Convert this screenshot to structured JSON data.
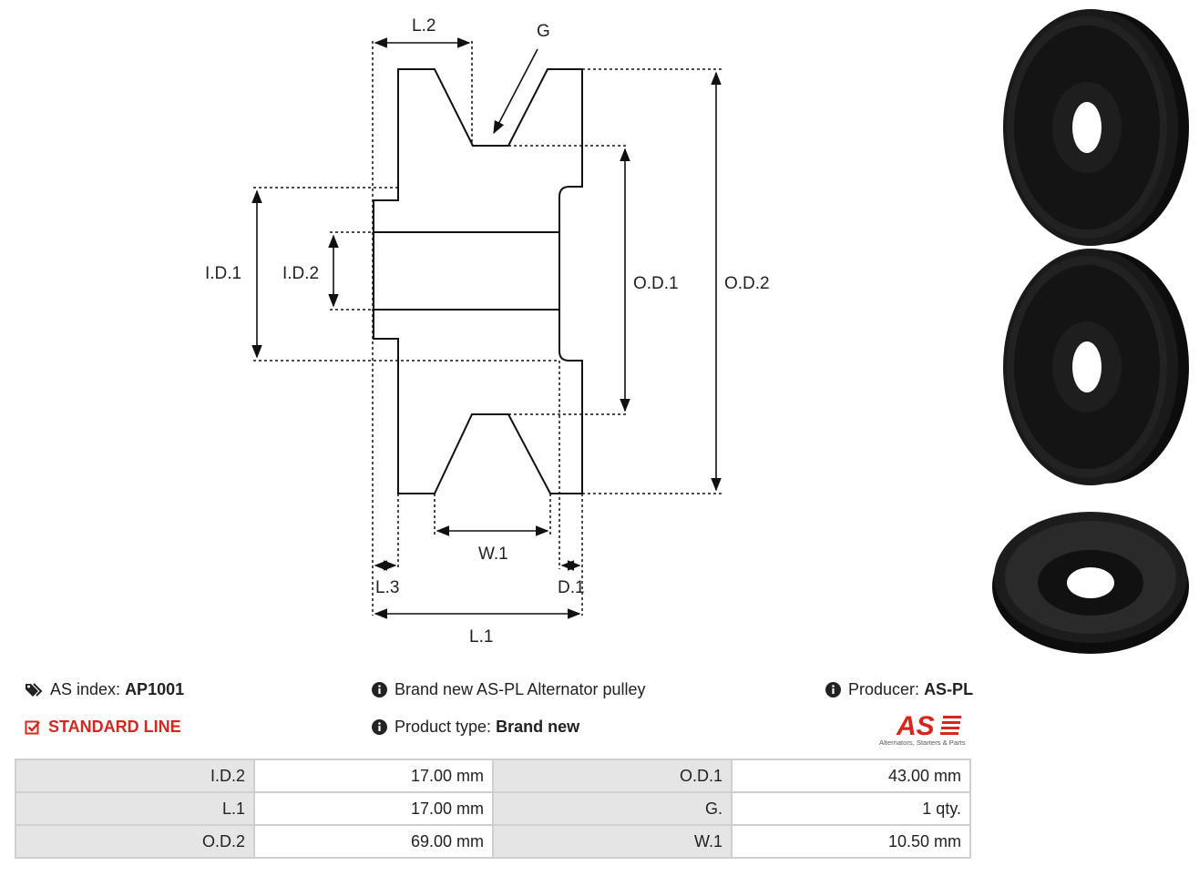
{
  "diagram": {
    "labels": {
      "l2": "L.2",
      "g": "G",
      "id1": "I.D.1",
      "id2": "I.D.2",
      "od1": "O.D.1",
      "od2": "O.D.2",
      "w1": "W.1",
      "l3": "L.3",
      "d1": "D.1",
      "l1": "L.1"
    }
  },
  "info": {
    "as_index_label": "AS index:",
    "as_index_value": "AP1001",
    "standard_line": "STANDARD LINE",
    "description": "Brand new AS-PL Alternator pulley",
    "product_type_label": "Product type:",
    "product_type_value": "Brand new",
    "producer_label": "Producer:",
    "producer_value": "AS-PL"
  },
  "logo": {
    "brand": "AS",
    "tagline": "Alternators, Starters & Parts",
    "color": "#d7261e"
  },
  "specs": [
    [
      {
        "k": "I.D.2",
        "v": "17.00 mm"
      },
      {
        "k": "O.D.1",
        "v": "43.00 mm"
      }
    ],
    [
      {
        "k": "L.1",
        "v": "17.00 mm"
      },
      {
        "k": "G.",
        "v": "1 qty."
      }
    ],
    [
      {
        "k": "O.D.2",
        "v": "69.00 mm"
      },
      {
        "k": "W.1",
        "v": "10.50 mm"
      }
    ]
  ],
  "colors": {
    "accent": "#d7261e",
    "key_cell": "#e5e5e5",
    "table_border": "#cfcfcf"
  }
}
